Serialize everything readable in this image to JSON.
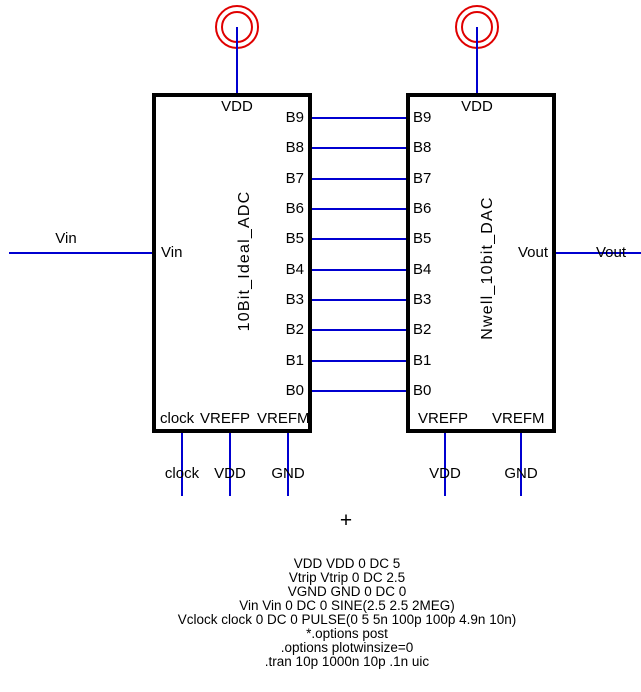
{
  "colors": {
    "wire": "#0000d0",
    "power_symbol": "#e00000",
    "block_outline": "#000000",
    "text": "#000000",
    "background": "#ffffff"
  },
  "power_symbols": {
    "left_name": "vdd-power-symbol",
    "right_name": "vdd-power-symbol"
  },
  "adc_block": {
    "title": "10Bit_Ideal_ADC",
    "top_pin": "VDD",
    "input_pin": "Vin",
    "bus_pins": [
      "B9",
      "B8",
      "B7",
      "B6",
      "B5",
      "B4",
      "B3",
      "B2",
      "B1",
      "B0"
    ],
    "bottom_pins": [
      "clock",
      "VREFP",
      "VREFM"
    ]
  },
  "dac_block": {
    "title": "Nwell_10bit_DAC",
    "top_pin": "VDD",
    "output_pin": "Vout",
    "bus_pins": [
      "B9",
      "B8",
      "B7",
      "B6",
      "B5",
      "B4",
      "B3",
      "B2",
      "B1",
      "B0"
    ],
    "bottom_pins": [
      "VREFP",
      "VREFM"
    ]
  },
  "net_labels": {
    "vin": "Vin",
    "vout": "Vout",
    "adc_bottom": [
      "clock",
      "VDD",
      "GND"
    ],
    "dac_bottom": [
      "VDD",
      "GND"
    ]
  },
  "annotations": {
    "plus_marker": "+",
    "spice_lines": [
      "VDD VDD 0 DC 5",
      "Vtrip Vtrip 0 DC 2.5",
      "VGND GND 0 DC 0",
      "Vin Vin 0 DC 0 SINE(2.5 2.5 2MEG)",
      "Vclock clock 0 DC 0 PULSE(0 5 5n 100p 100p 4.9n 10n)",
      "*.options post",
      ".options plotwinsize=0",
      ".tran 10p 1000n 10p .1n uic"
    ]
  }
}
